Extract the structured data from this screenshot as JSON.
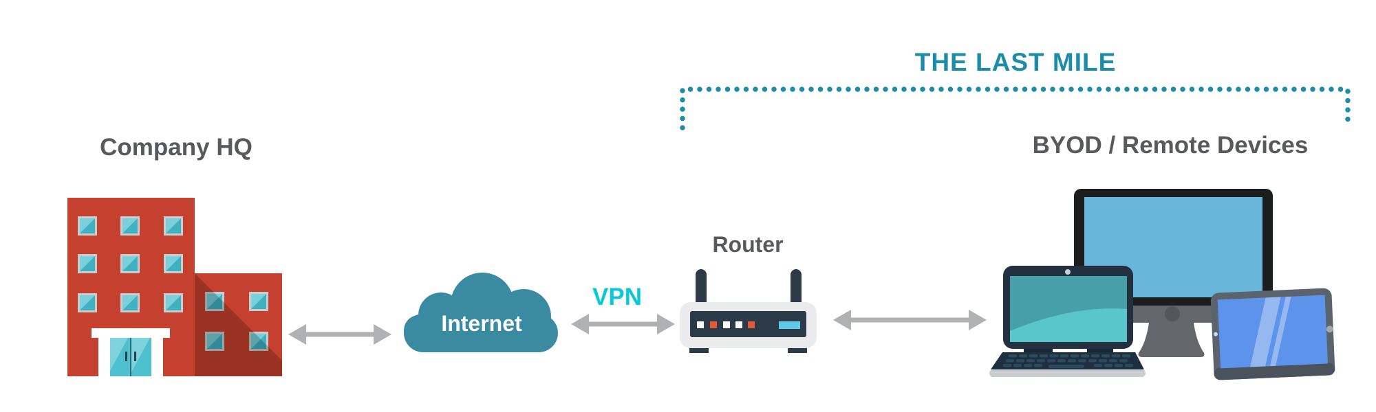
{
  "title": {
    "text": "THE LAST MILE",
    "color": "#1D8CA8"
  },
  "labels": {
    "company_hq": "Company HQ",
    "internet": "Internet",
    "vpn": "VPN",
    "router": "Router",
    "byod": "BYOD / Remote Devices"
  },
  "icons": {
    "building-icon": "company HQ office building",
    "cloud-icon": "internet cloud",
    "router-icon": "wireless router with two antennas and LEDs",
    "monitor-icon": "desktop monitor",
    "laptop-icon": "laptop computer",
    "tablet-icon": "tablet device",
    "double-arrow-icon": "bidirectional link arrow",
    "dotted-bracket-icon": "dotted last-mile span bracket"
  },
  "colors": {
    "background": "#FFFFFF",
    "accent_teal": "#1D8CA8",
    "vpn_cyan": "#0BC8D6",
    "label_gray": "#58595B",
    "arrow_gray": "#B0B1B3",
    "cloud_teal": "#3A8BA1",
    "building_red": "#C5402E",
    "building_shadow": "#A5352A",
    "window_teal": "#41B1C0",
    "window_shine": "#79D0DA",
    "router_body": "#EAEBEC",
    "router_navy": "#2D3A48",
    "led_orange": "#E05A3A",
    "led_cyan": "#5FC9E9",
    "monitor_screen_blue": "#69B6DB",
    "laptop_screen_teal": "#47A0A9",
    "laptop_screen_shine": "#58C6CB",
    "tablet_frame": "#5B636D",
    "tablet_screen_blue": "#5D93EA"
  }
}
